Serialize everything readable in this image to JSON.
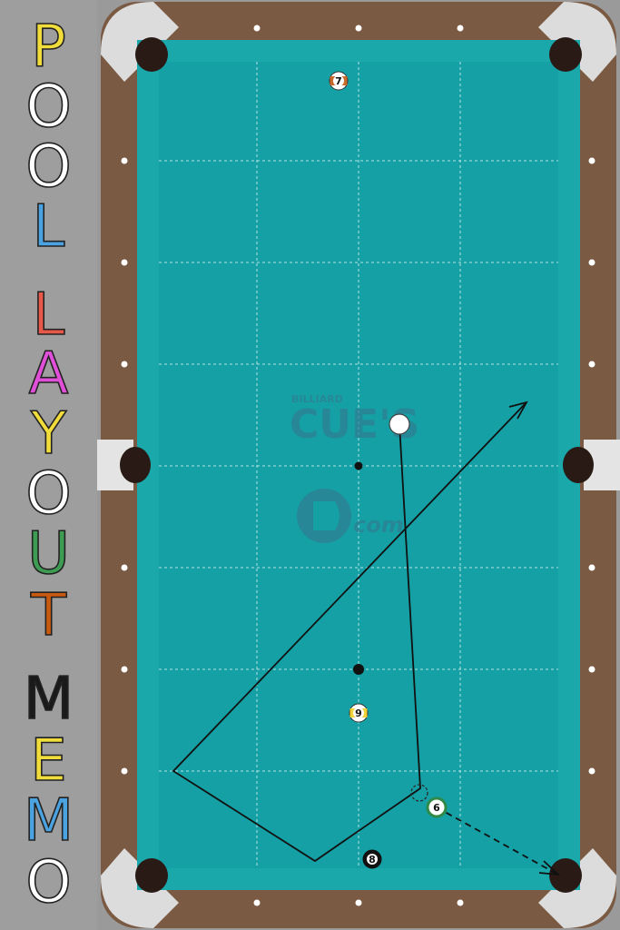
{
  "title": {
    "letters": [
      {
        "char": "P",
        "color": "#f0dc3a"
      },
      {
        "char": "O",
        "color": "#ffffff"
      },
      {
        "char": "O",
        "color": "#ffffff"
      },
      {
        "char": "L",
        "color": "#4aa3e0"
      },
      {
        "char": "L",
        "color": "#e8584a"
      },
      {
        "char": "A",
        "color": "#e04fd8"
      },
      {
        "char": "Y",
        "color": "#f0dc3a"
      },
      {
        "char": "O",
        "color": "#ffffff"
      },
      {
        "char": "U",
        "color": "#3e9c52"
      },
      {
        "char": "T",
        "color": "#c85a10"
      },
      {
        "char": "M",
        "color": "#1a1a1a"
      },
      {
        "char": "E",
        "color": "#f0dc3a"
      },
      {
        "char": "M",
        "color": "#4aa3e0"
      },
      {
        "char": "O",
        "color": "#ffffff"
      }
    ]
  },
  "table": {
    "colors": {
      "cloth": "#14a0a4",
      "cushion": "#1aa8aa",
      "rail": "#7a5a43",
      "corner": "#dcdcdc",
      "pocket": "#2a1a16",
      "grid": "#dff6f6",
      "diamond": "#ffffff"
    },
    "watermark": {
      "line1": "BILLIARD",
      "line2": "CUE'S",
      "line3": "com",
      "color": "#2f7f93"
    }
  },
  "balls": [
    {
      "label": "7",
      "kind": "stripe",
      "color": "#c8682a"
    },
    {
      "label": "9",
      "kind": "stripe",
      "color": "#f0d23a"
    },
    {
      "label": "6",
      "kind": "solid-ring",
      "color": "#2e8a46"
    },
    {
      "label": "8",
      "kind": "solid",
      "color": "#111111"
    },
    {
      "label": "",
      "kind": "cue",
      "color": "#ffffff"
    }
  ],
  "markers": [
    {
      "label": "spot",
      "kind": "dot"
    },
    {
      "label": "spot",
      "kind": "dot"
    }
  ]
}
